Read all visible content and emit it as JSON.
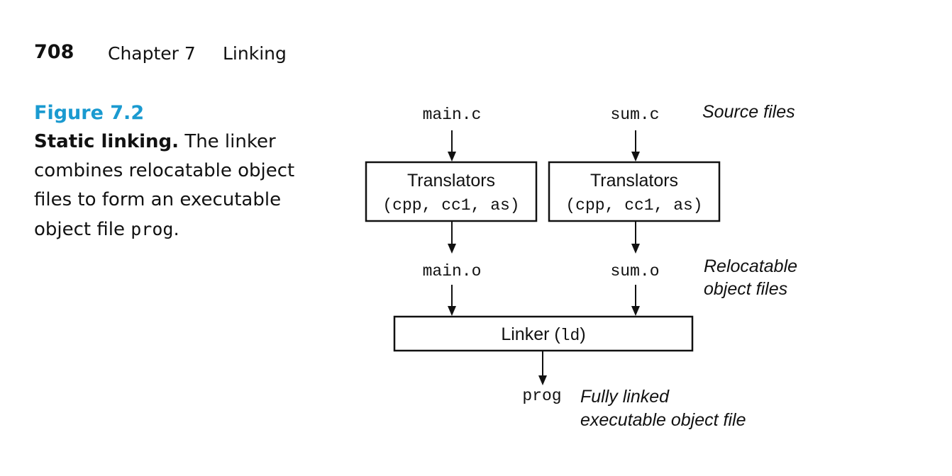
{
  "header": {
    "page_number": "708",
    "chapter_label": "Chapter 7",
    "chapter_title": "Linking"
  },
  "caption": {
    "figure_label": "Figure 7.2",
    "bold_lead": "Static linking.",
    "text": "The linker combines relocatable object files to form an executable object file",
    "code_term": "prog",
    "end_punct": "."
  },
  "diagram": {
    "source_files": [
      "main.c",
      "sum.c"
    ],
    "source_label": "Source files",
    "translator_title": "Translators",
    "translator_tools": "(cpp, cc1, as)",
    "object_files": [
      "main.o",
      "sum.o"
    ],
    "relocatable_label_line1": "Relocatable",
    "relocatable_label_line2": "object files",
    "linker_label": "Linker (",
    "linker_code": "ld",
    "linker_close": ")",
    "output_file": "prog",
    "output_label_line1": "Fully linked",
    "output_label_line2": "executable object file"
  }
}
